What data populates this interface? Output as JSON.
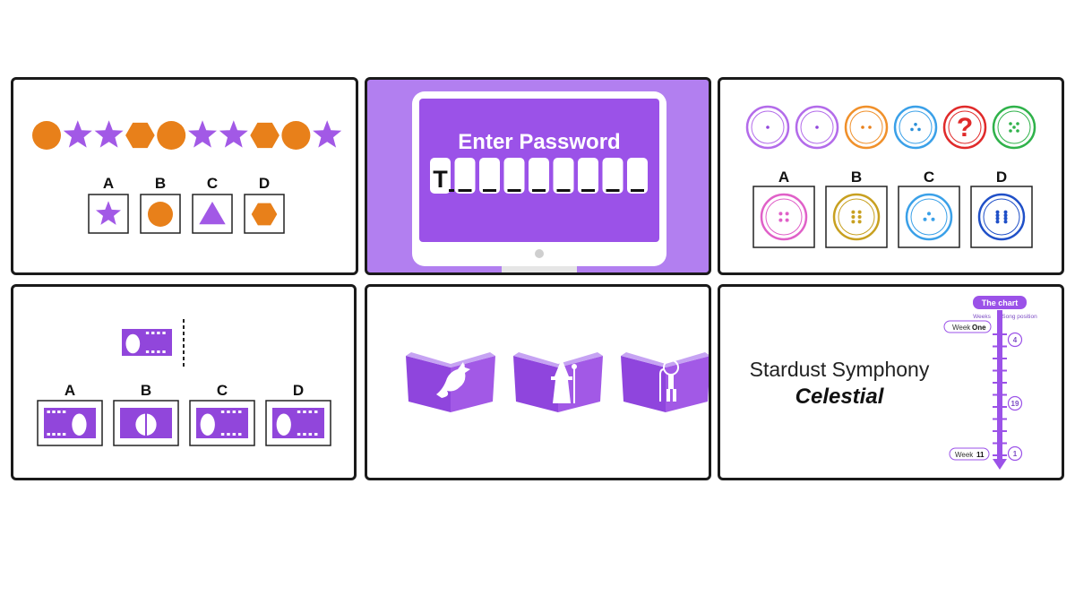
{
  "colors": {
    "purple": "#a259e6",
    "purple_dark": "#9146db",
    "purple_light": "#b27ff0",
    "orange": "#e8801a",
    "black": "#111111",
    "white": "#ffffff"
  },
  "panel1": {
    "sequence": [
      "circle",
      "star",
      "star",
      "hexagon",
      "circle",
      "star",
      "star",
      "hexagon",
      "circle",
      "star"
    ],
    "options": [
      {
        "label": "A",
        "shape": "star"
      },
      {
        "label": "B",
        "shape": "circle"
      },
      {
        "label": "C",
        "shape": "triangle"
      },
      {
        "label": "D",
        "shape": "hexagon"
      }
    ]
  },
  "panel2": {
    "heading": "Enter Password",
    "typed": "T",
    "blank_count": 8
  },
  "panel3": {
    "buttons": [
      {
        "ring": "#b36bea",
        "dots": 1,
        "dot_color": "#9146db"
      },
      {
        "ring": "#b36bea",
        "dots": 1,
        "dot_color": "#9146db"
      },
      {
        "ring": "#f0902a",
        "dots": 2,
        "dot_color": "#e8801a"
      },
      {
        "ring": "#3aa0e8",
        "dots": 3,
        "dot_color": "#2a8fd8"
      },
      {
        "ring": "#e02a2a",
        "mystery": "?"
      },
      {
        "ring": "#2fb24a",
        "dots": 5,
        "dot_color": "#2fb24a"
      }
    ],
    "options": [
      {
        "label": "A",
        "ring": "#e060c8",
        "dots": 4
      },
      {
        "label": "B",
        "ring": "#c8a020",
        "dots": 6
      },
      {
        "label": "C",
        "ring": "#3aa0e8",
        "dots": 3
      },
      {
        "label": "D",
        "ring": "#2050c8",
        "dots": 8
      }
    ]
  },
  "panel4": {
    "options": [
      "A",
      "B",
      "C",
      "D"
    ]
  },
  "panel5": {
    "books": [
      "dragon-icon",
      "wizard-icon",
      "girl-icon"
    ]
  },
  "panel6": {
    "song": "Stardust Symphony",
    "artist": "Celestial",
    "chart_label": "The chart",
    "weeks_label": "Weeks",
    "position_label": "Song position",
    "week_start": {
      "prefix": "Week",
      "value": "One"
    },
    "week_end": {
      "prefix": "Week",
      "value": "11"
    },
    "positions": [
      "4",
      "19",
      "1"
    ]
  }
}
